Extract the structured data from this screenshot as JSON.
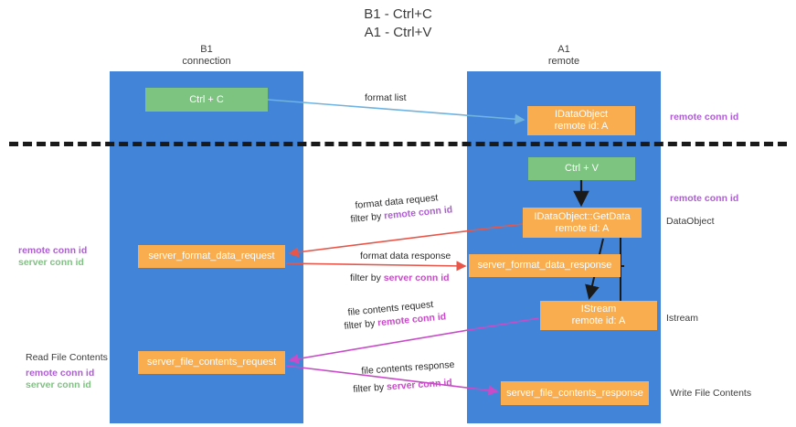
{
  "title": "B1 - Ctrl+C\nA1 - Ctrl+V",
  "title_line1": "B1 - Ctrl+C",
  "title_line2": "A1 - Ctrl+V",
  "columns": [
    {
      "name": "B1",
      "subtitle": "connection"
    },
    {
      "name": "A1",
      "subtitle": "remote"
    }
  ],
  "colors": {
    "column_blue": "#4285d8",
    "green_node": "#7cc47f",
    "orange_node": "#f9ad4e",
    "purple_label": "#b05cd6",
    "green_label": "#7cc47f",
    "magenta_label": "#c84bc8",
    "divider": "#1a1a1a",
    "arrow_blue": "#6fb3e0",
    "arrow_red": "#e8564a",
    "arrow_magenta": "#c84bc8",
    "arrow_black": "#1a1a1a"
  },
  "nodes": {
    "ctrl_c": {
      "label": "Ctrl + C"
    },
    "idataobject": {
      "line1": "IDataObject",
      "line2": "remote id: A"
    },
    "ctrl_v": {
      "label": "Ctrl + V"
    },
    "getdata": {
      "line1": "IDataObject::GetData",
      "line2": "remote id: A"
    },
    "server_format_data_request": {
      "label": "server_format_data_request"
    },
    "server_format_data_response": {
      "label": "server_format_data_response"
    },
    "istream": {
      "line1": "IStream",
      "line2": "remote id: A"
    },
    "server_file_contents_request": {
      "label": "server_file_contents_request"
    },
    "server_file_contents_response": {
      "label": "server_file_contents_response"
    }
  },
  "side_labels": {
    "remote_conn_id_top": "remote conn id",
    "remote_conn_id_mid": "remote conn id",
    "dataobject": "DataObject",
    "istream": "Istream",
    "write_file_contents": "Write File Contents",
    "read_file_contents": "Read File Contents",
    "remote_conn_id_left_mid": "remote conn id",
    "server_conn_id_left_mid": "server conn id",
    "remote_conn_id_left_bot": "remote conn id",
    "server_conn_id_left_bot": "server conn id"
  },
  "captions": {
    "format_list": "format list",
    "format_data_request": "format data request",
    "format_data_request_filter_prefix": "filter by ",
    "format_data_request_filter_value": "remote conn id",
    "format_data_response": "format data response",
    "format_data_response_filter_prefix": "filter by ",
    "format_data_response_filter_value": "server conn id",
    "file_contents_request": "file contents request",
    "file_contents_request_filter_prefix": "filter by ",
    "file_contents_request_filter_value": "remote conn id",
    "file_contents_response": "file contents response",
    "file_contents_response_filter_prefix": "filter by ",
    "file_contents_response_filter_value": "server conn id"
  }
}
